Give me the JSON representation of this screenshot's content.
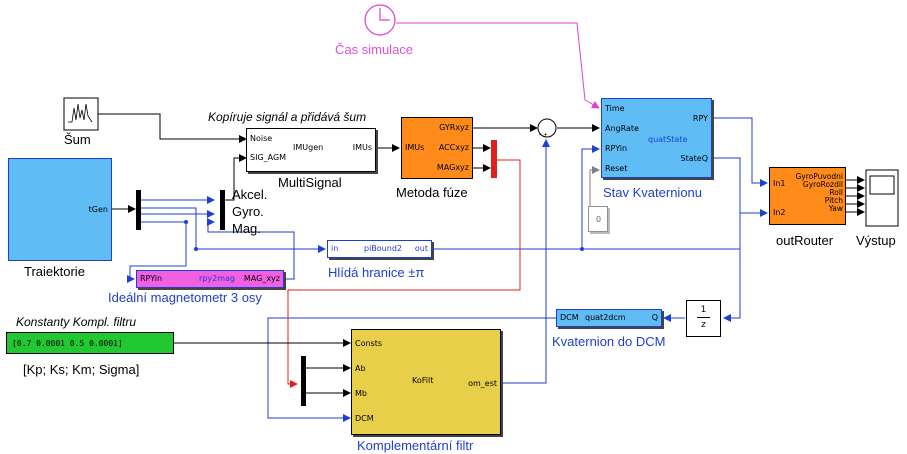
{
  "clock": {
    "label": "Čas simulace",
    "color": "#e040d0"
  },
  "noise": {
    "label": "Šum"
  },
  "imu_note": "Kopíruje signál a přidává šum",
  "multisignal": {
    "label": "MultiSignal",
    "in1": "Noise",
    "in2": "SIG_AGM",
    "center": "IMUgen",
    "out": "IMUs"
  },
  "fusion": {
    "label": "Metoda fúze",
    "in": "IMUs",
    "o1": "GYRxyz",
    "o2": "ACCxyz",
    "o3": "MAGxyz",
    "color": "#ff8c1a"
  },
  "quat_state": {
    "label": "Stav Kvaternionu",
    "in1": "Time",
    "in2": "AngRate",
    "in3": "RPYin",
    "in4": "Reset",
    "center": "quatState",
    "o1": "RPY",
    "o2": "StateQ",
    "color": "#5fbcf5"
  },
  "zero_const": "0",
  "traj": {
    "label": "Traiektorie",
    "out": "tGen",
    "color": "#5fbcf5"
  },
  "mux_labels": [
    "Akcel.",
    "Gyro.",
    "Mag."
  ],
  "pibound": {
    "label": "Hlídá hranice  ±π",
    "in": "in",
    "center": "piBound2",
    "out": "out"
  },
  "rpy2mag": {
    "label": "Ideální magnetometr 3 osy",
    "in": "RPYin",
    "center": "rpy2mag",
    "out": "MAG_xyz",
    "color": "#f060e0"
  },
  "konst": {
    "note": "Konstanty Kompl. filtru",
    "value": "[0.7 0.0001    0.5 0.0001]",
    "sub": "[Kp; Ks; Km; Sigma]",
    "color": "#22c832"
  },
  "quat2dcm": {
    "label": "Kvaternion do DCM",
    "in": "DCM",
    "center": "quat2dcm",
    "out": "Q"
  },
  "unit_delay": {
    "num": "1",
    "den": "z"
  },
  "router": {
    "label": "outRouter",
    "in1": "In1",
    "in2": "In2",
    "outs": [
      "GyroPuvodni",
      "GyroRozdil",
      "Roll",
      "Pitch",
      "Yaw"
    ],
    "color": "#ff8c1a"
  },
  "scope": {
    "label": "Výstup"
  },
  "kofilt": {
    "label": "Komplementární filtr",
    "in1": "Consts",
    "in2": "Ab",
    "in3": "Mb",
    "in4": "DCM",
    "center": "KoFilt",
    "out": "om_est",
    "color": "#e8cf4a"
  },
  "sum_signs": "- +"
}
